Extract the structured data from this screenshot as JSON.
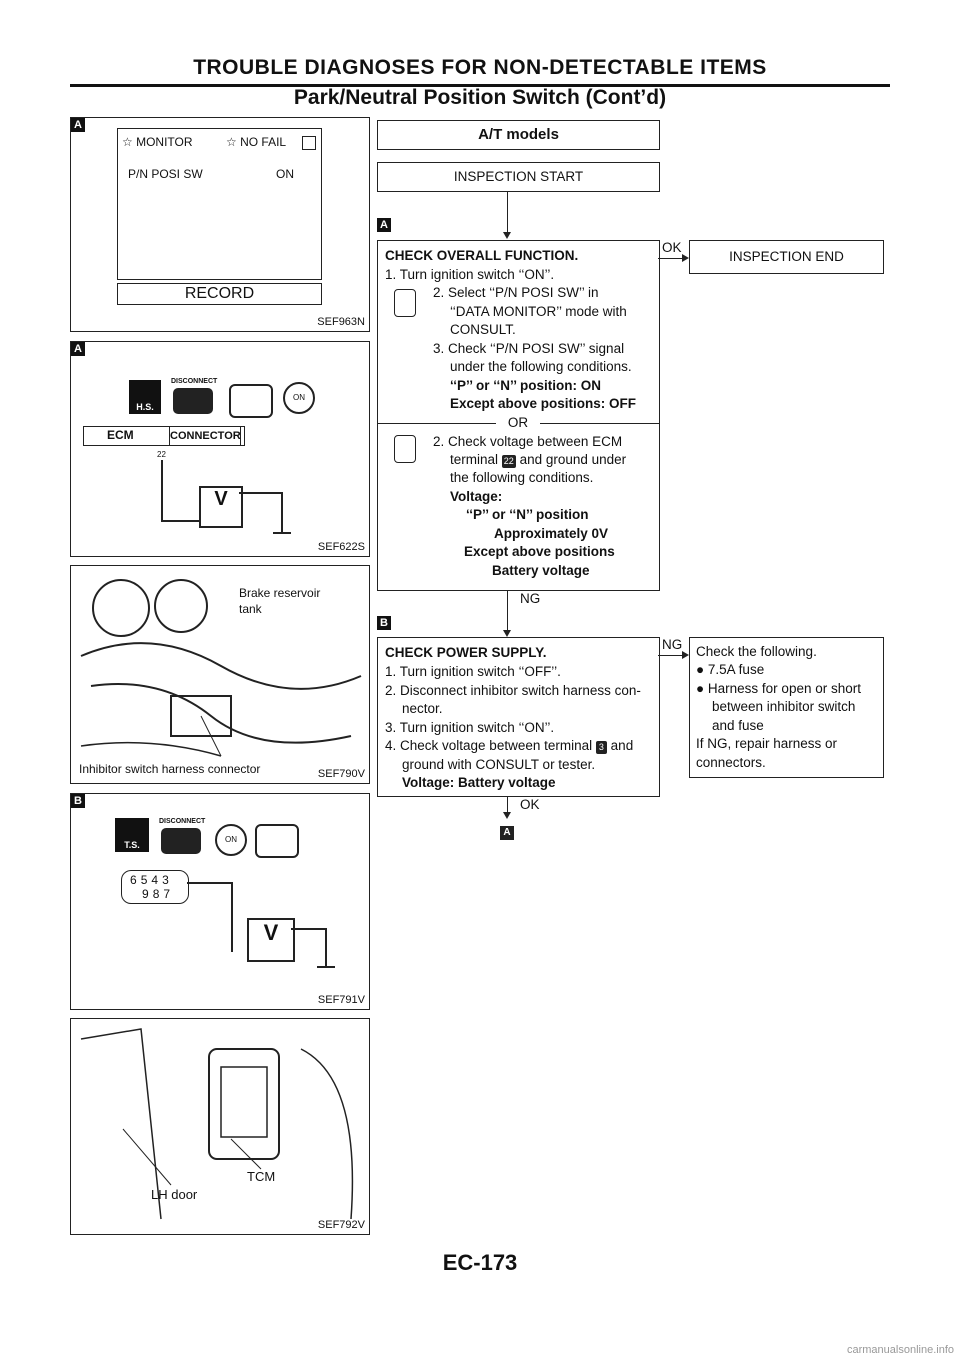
{
  "header": {
    "section_title": "TROUBLE DIAGNOSES FOR NON-DETECTABLE ITEMS",
    "subtitle": "Park/Neutral Position Switch (Cont’d)"
  },
  "figures": {
    "fig1": {
      "tag": "A",
      "monitor": "MONITOR",
      "no_fail": "NO FAIL",
      "item": "P/N POSI SW",
      "value": "ON",
      "record": "RECORD",
      "caption": "SEF963N"
    },
    "fig2": {
      "tag": "A",
      "hs": "H.S.",
      "disconnect": "DISCONNECT",
      "ecm": "ECM",
      "connector": "CONNECTOR",
      "pin": "22",
      "meter": "V",
      "caption": "SEF622S"
    },
    "fig3": {
      "brake": "Brake reservoir",
      "tank": "tank",
      "inhibitor": "Inhibitor switch harness connector",
      "caption": "SEF790V"
    },
    "fig4": {
      "tag": "B",
      "ts": "T.S.",
      "disconnect": "DISCONNECT",
      "pins_top": [
        "6",
        "5",
        "4",
        "3"
      ],
      "pins_bottom": [
        "9",
        "8",
        "7"
      ],
      "meter": "V",
      "caption": "SEF791V"
    },
    "fig5": {
      "tcm": "TCM",
      "door": "LH door",
      "caption": "SEF792V"
    }
  },
  "flow": {
    "model": "A/T models",
    "start": "INSPECTION START",
    "stepA_tag": "A",
    "stepA": {
      "title": "CHECK OVERALL FUNCTION.",
      "l1": "1. Turn ignition switch ‘‘ON’’.",
      "l2": "2. Select ‘‘P/N POSI SW’’ in",
      "l3": "‘‘DATA MONITOR’’ mode with",
      "l4": "CONSULT.",
      "l5": "3. Check ‘‘P/N POSI SW’’ signal",
      "l6": "under the following conditions.",
      "l7": "‘‘P’’ or ‘‘N’’ position: ON",
      "l8": "Except above positions: OFF",
      "or": "OR",
      "m1": "2. Check voltage between ECM",
      "m2a": "terminal",
      "m2pin": "22",
      "m2b": "and ground under",
      "m3": "the following conditions.",
      "m4": "Voltage:",
      "m5": "‘‘P’’ or ‘‘N’’ position",
      "m6": "Approximately 0V",
      "m7": "Except above positions",
      "m8": "Battery voltage"
    },
    "ok1": "OK",
    "end": "INSPECTION END",
    "ng1": "NG",
    "stepB_tag": "B",
    "stepB": {
      "title": "CHECK POWER SUPPLY.",
      "l1": "1. Turn ignition switch ‘‘OFF’’.",
      "l2": "2. Disconnect inhibitor switch harness con-",
      "l3": "nector.",
      "l4": "3. Turn ignition switch ‘‘ON’’.",
      "l5a": "4. Check voltage between terminal",
      "l5pin": "3",
      "l5b": "and",
      "l6": "ground with CONSULT or tester.",
      "l7": "Voltage: Battery voltage"
    },
    "ng2": "NG",
    "check": {
      "l1": "Check the following.",
      "l2": "7.5A fuse",
      "l3": "Harness for open or short",
      "l4": "between inhibitor switch",
      "l5": "and fuse",
      "l6": "If NG, repair harness or",
      "l7": "connectors."
    },
    "ok2": "OK",
    "goto": "A"
  },
  "footer": {
    "page": "EC-173",
    "watermark": "carmanualsonline.info"
  }
}
